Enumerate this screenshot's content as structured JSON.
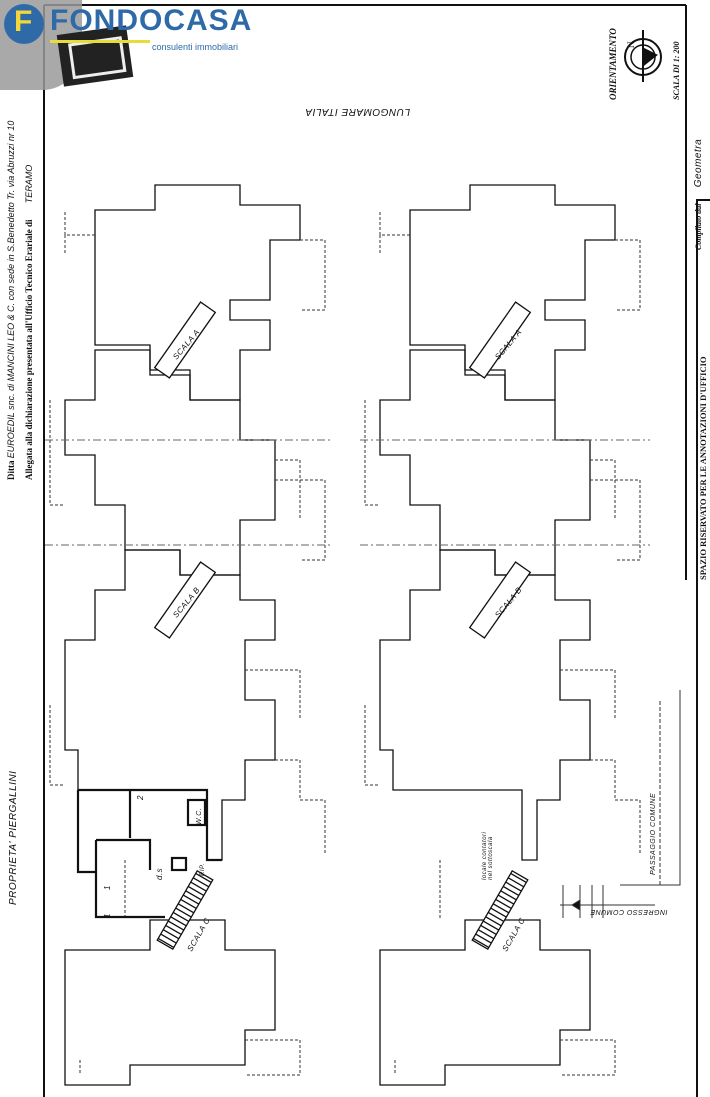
{
  "logo": {
    "brand": "FONDOCASA",
    "tagline": "consulenti immobiliari",
    "colors": {
      "blue": "#2f6aa8",
      "yellow": "#f2d63b"
    }
  },
  "header": {
    "ditta_label": "Ditta",
    "ditta_value": "EUROEDIL snc. di MANCINI LEO & C. con sede in S.Benedetto Tr. via Abruzzi nr 10",
    "allegata_label": "Allegata alla dichiarazione presentata all'Ufficio Tecnico Erariale di",
    "ufficio_value": "TERAMO"
  },
  "proprieta": "PROPRIETA' PIERGALLINI",
  "street": "LUNGOMARE ITALIA",
  "orientation": {
    "label": "ORIENTAMENTO",
    "north": "N"
  },
  "scale": "SCALA DI 1: 200",
  "compilato": {
    "label": "Compilato dal",
    "value": "Geometra"
  },
  "office_box": "SPAZIO RISERVATO PER LE ANNOTAZIONI D'UFFICIO",
  "stairs": [
    "SCALA A",
    "SCALA B",
    "SCALA C"
  ],
  "left_plan_labels": {
    "room1": "1",
    "room2": "1",
    "room3": "2",
    "ds": "d.s",
    "rip": "RIP.",
    "wc": "W.C."
  },
  "right_plan_labels": {
    "contatori": "locale contatori nel sottoscala",
    "passaggio": "PASSAGGIO COMUNE",
    "ingresso": "INGRESSO COMUNE"
  }
}
